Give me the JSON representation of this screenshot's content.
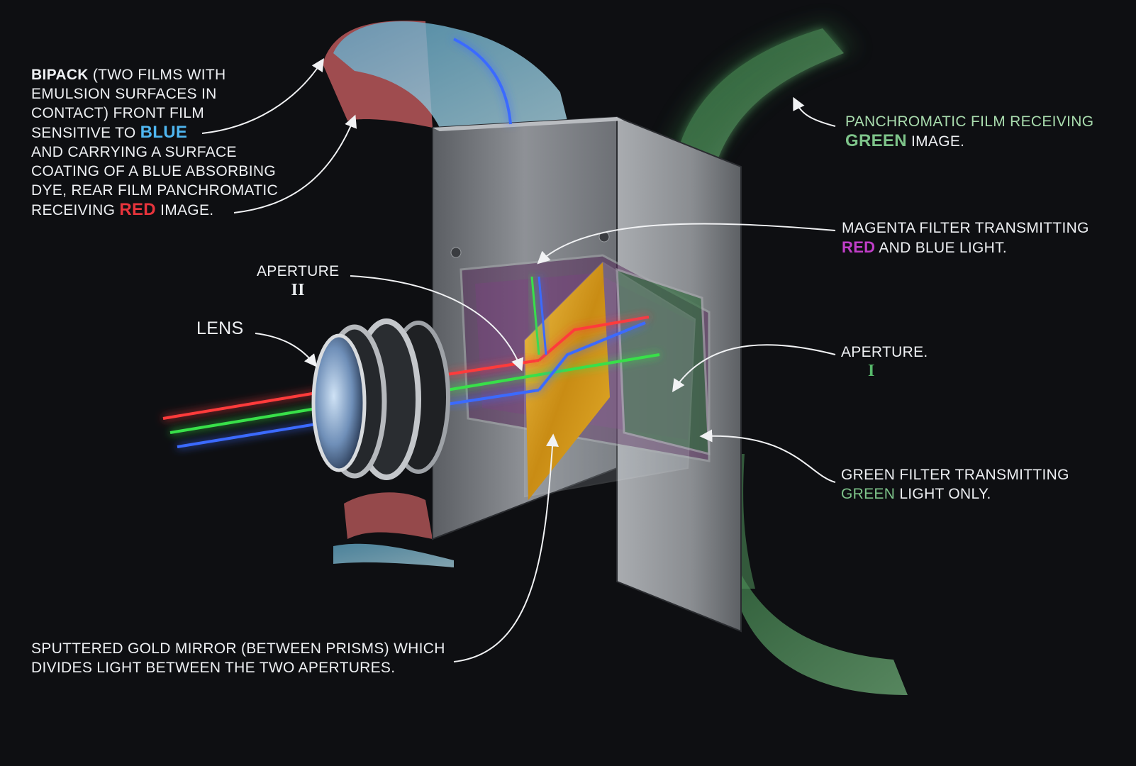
{
  "colors": {
    "background": "#0e0f12",
    "blue": "#4fb6f0",
    "red": "#e8343c",
    "green": "#7ec48a",
    "magenta": "#c13ec9",
    "gold": "#d9a21e",
    "steel": "#8a8d92"
  },
  "labels": {
    "bipack": {
      "line1_bold": "BIPACK",
      "line1_rest": " (TWO FILMS WITH",
      "line2": "EMULSION SURFACES IN",
      "line3": "CONTACT) FRONT FILM",
      "line4_pre": "SENSITIVE TO ",
      "line4_hl": "BLUE",
      "line5": "AND CARRYING A SURFACE",
      "line6": "COATING OF A BLUE ABSORBING",
      "line7": "DYE, REAR FILM PANCHROMATIC",
      "line8_pre": "RECEIVING ",
      "line8_hl": "RED",
      "line8_post": " IMAGE."
    },
    "panchromatic": {
      "line1": "PANCHROMATIC FILM RECEIVING",
      "line2_hl": "GREEN",
      "line2_post": " IMAGE."
    },
    "magenta_filter": {
      "line1": "MAGENTA FILTER TRANSMITTING",
      "line2_hl": "RED",
      "line2_post": " AND BLUE LIGHT."
    },
    "aperture_2": {
      "text": "APERTURE",
      "numeral": "II"
    },
    "lens": {
      "text": "LENS"
    },
    "aperture_1": {
      "text": "APERTURE.",
      "numeral": "I"
    },
    "green_filter": {
      "line1": "GREEN FILTER TRANSMITTING",
      "line2_hl": "GREEN",
      "line2_post": " LIGHT ONLY."
    },
    "gold_mirror": {
      "line1": "SPUTTERED GOLD MIRROR (BETWEEN PRISMS) WHICH",
      "line2": "DIVIDES LIGHT BETWEEN THE TWO APERTURES."
    }
  }
}
